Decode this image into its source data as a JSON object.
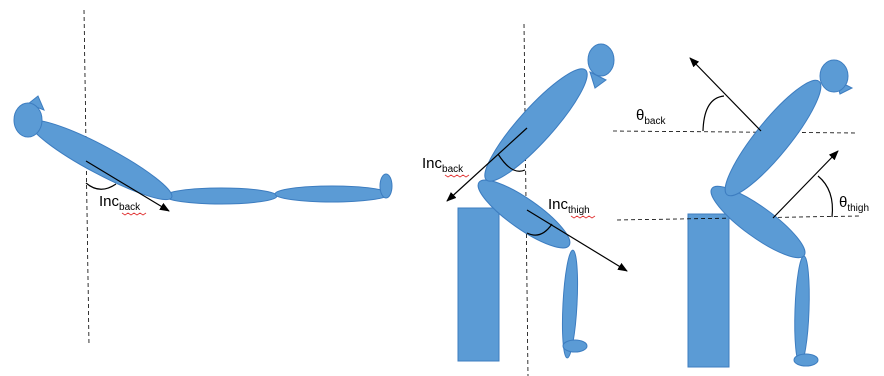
{
  "colors": {
    "limb": "#5b9bd5",
    "limb_edge": "#3d7dc0",
    "line": "#000000",
    "spellcheck": "#e03030"
  },
  "labels": {
    "inc_back_lying": {
      "base": "Inc",
      "sub": "back"
    },
    "inc_back_sitting": {
      "base": "Inc",
      "sub": "back"
    },
    "inc_thigh": {
      "base": "Inc",
      "sub": "thigh"
    },
    "theta_back": {
      "base": "θ",
      "sub": "back"
    },
    "theta_thigh": {
      "base": "θ",
      "sub": "thigh"
    }
  }
}
